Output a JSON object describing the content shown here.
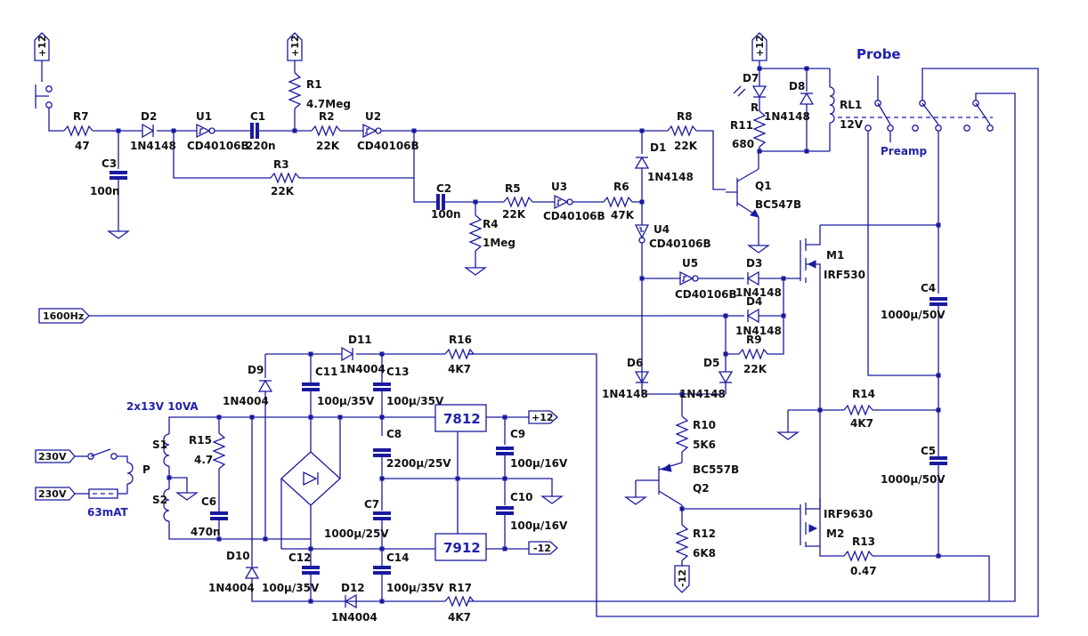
{
  "labels": {
    "plus12_a": "+12",
    "plus12_b": "+12",
    "plus12_c": "+12",
    "R7": "R7",
    "R7v": "47",
    "D2": "D2",
    "D2v": "1N4148",
    "U1": "U1",
    "U1v": "CD40106B",
    "C1": "C1",
    "C1v": "220n",
    "R1": "R1",
    "R1v": "4.7Meg",
    "R2": "R2",
    "R2v": "22K",
    "U2": "U2",
    "U2v": "CD40106B",
    "C3": "C3",
    "C3v": "100n",
    "R3": "R3",
    "R3v": "22K",
    "C2": "C2",
    "C2v": "100n",
    "R5": "R5",
    "R5v": "22K",
    "U3": "U3",
    "U3v": "CD40106B",
    "R6": "R6",
    "R6v": "47K",
    "R4": "R4",
    "R4v": "1Meg",
    "D1": "D1",
    "D1v": "1N4148",
    "U4": "U4",
    "U4v": "CD40106B",
    "R8": "R8",
    "R8v": "22K",
    "D7": "D7",
    "R": "R",
    "D7v": "1N4148",
    "R11": "R11",
    "R11v": "680",
    "D8": "D8",
    "RL1": "RL1",
    "RL1v": "12V",
    "Q1": "Q1",
    "Q1v": "BC547B",
    "probe": "Probe",
    "preamp": "Preamp",
    "M1": "M1",
    "M1v": "IRF530",
    "U5": "U5",
    "U5v": "CD40106B",
    "D3": "D3",
    "D3v": "1N4148",
    "D4": "D4",
    "D4v": "1N4148",
    "R9": "R9",
    "R9v": "22K",
    "C4": "C4",
    "C4v": "1000µ/50V",
    "freq": "1600Hz",
    "D11": "D11",
    "D11v": "1N4004",
    "R16": "R16",
    "R16v": "4K7",
    "D9": "D9",
    "D9v": "1N4004",
    "C11": "C11",
    "C11v": "100µ/35V",
    "C13": "C13",
    "C13v": "100µ/35V",
    "D6": "D6",
    "D6v": "1N4148",
    "D5": "D5",
    "D5v": "1N4148",
    "R14": "R14",
    "R14v": "4K7",
    "transformer": "2x13V 10VA",
    "reg1": "7812",
    "out_p12": "+12",
    "C8": "C8",
    "C8v": "2200µ/25V",
    "C9": "C9",
    "C9v": "100µ/16V",
    "R10": "R10",
    "R10v": "5K6",
    "S1": "S1",
    "R15": "R15",
    "R15v": "4.7",
    "P": "P",
    "S2": "S2",
    "mains1": "230V",
    "mains2": "230V",
    "fuse": "63mAT",
    "C6": "C6",
    "C6v": "470n",
    "C10": "C10",
    "C10v": "100µ/16V",
    "Q2": "Q2",
    "Q2v": "BC557B",
    "C5": "C5",
    "C5v": "1000µ/50V",
    "C7": "C7",
    "C7v": "1000µ/25V",
    "reg2": "7912",
    "out_m12": "-12",
    "M2": "M2",
    "M2v": "IRF9630",
    "R12": "R12",
    "R12v": "6K8",
    "m12": "-12",
    "R13": "R13",
    "R13v": "0.47",
    "D10": "D10",
    "D10v": "1N4004",
    "C12": "C12",
    "C12v": "100µ/35V",
    "C14": "C14",
    "C14v": "100µ/35V",
    "D12": "D12",
    "D12v": "1N4004",
    "R17": "R17",
    "R17v": "4K7"
  },
  "colors": {
    "wire": "#1a1aa0",
    "text": "#111111",
    "accent": "#2222aa"
  }
}
